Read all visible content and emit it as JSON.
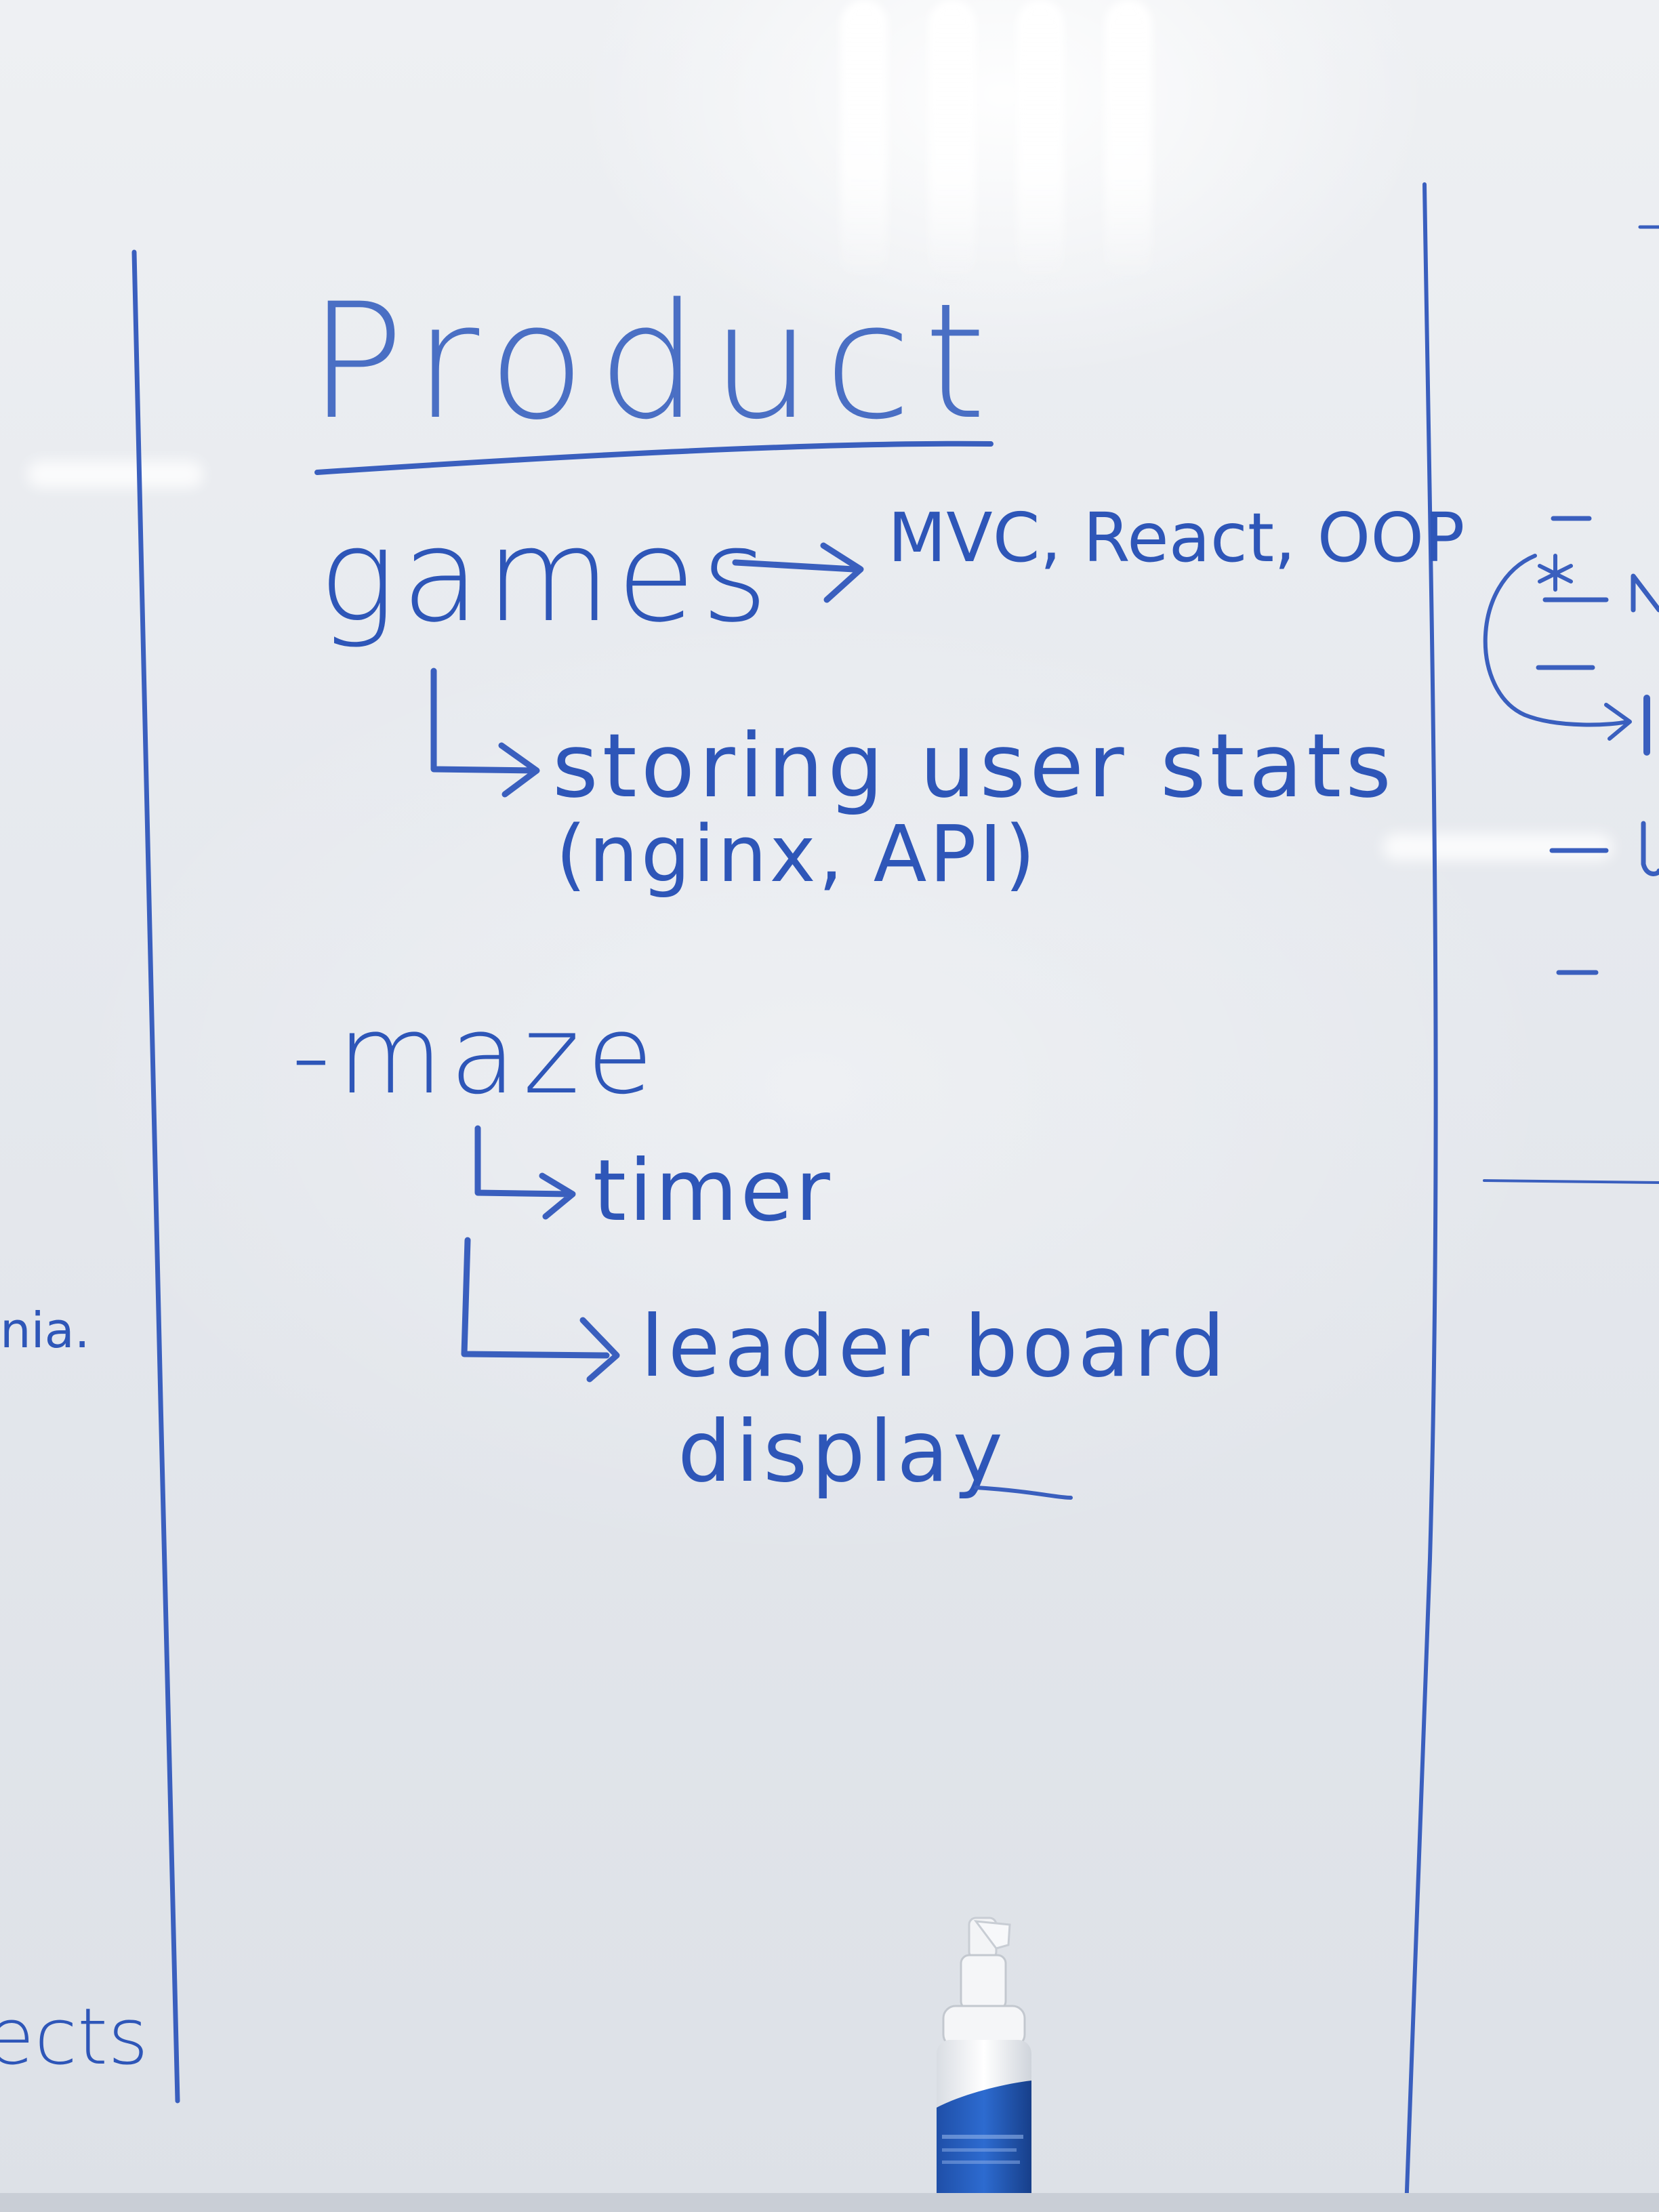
{
  "board": {
    "title": "Product",
    "games": {
      "label": "games",
      "tech": "MVC, React, OOP",
      "sub": "storing user stats",
      "sub_detail": "(nginx, API)"
    },
    "maze": {
      "label": "-maze",
      "timer": "timer",
      "leaderboard_line1": "leader board",
      "leaderboard_line2": "display"
    },
    "left_margin_text_1": "nia.",
    "left_margin_text_2": "ects"
  },
  "colors": {
    "ink": "#2e56b8",
    "board": "#e6e9ee"
  }
}
